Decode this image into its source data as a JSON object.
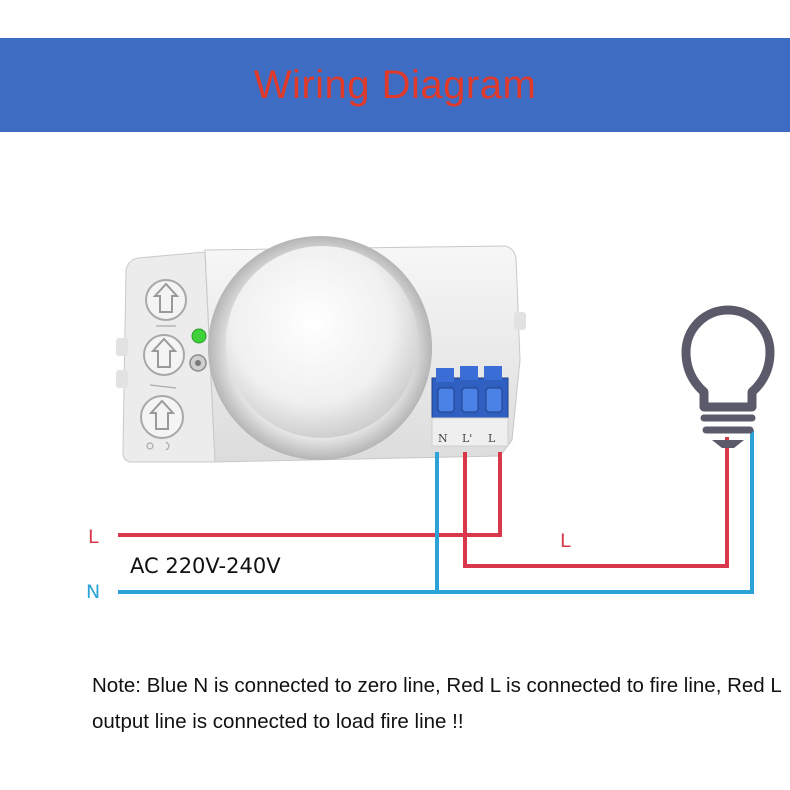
{
  "header": {
    "title": "Wiring Diagram"
  },
  "wires": {
    "live_in_label": "L",
    "neutral_label": "N",
    "load_label": "L",
    "supply_label": "AC 220V-240V"
  },
  "terminals": {
    "labels": [
      "N",
      "L'",
      "L"
    ]
  },
  "note": {
    "text": "Note: Blue N is connected to zero line, Red L is connected to fire line, Red L output line is connected to load fire line !!"
  },
  "colors": {
    "header_bg": "#3d6cc2",
    "header_text": "#e23a2a",
    "live_wire": "#d8384a",
    "neutral_wire": "#2ca3d6",
    "terminal_block": "#2f5fc0",
    "bulb_outline": "#5a5a6a"
  },
  "icons": {
    "load": "light-bulb-icon",
    "indicator": "green-led-icon"
  }
}
